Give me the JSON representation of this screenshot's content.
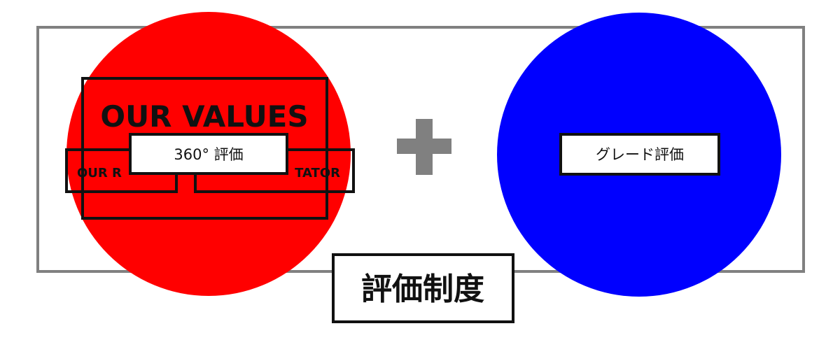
{
  "diagram": {
    "left": {
      "heading": "OUR VALUES",
      "sub_left": "OUR R",
      "sub_right": "TATOR",
      "label": "360° 評価"
    },
    "operator": "+",
    "right": {
      "label": "グレード評価"
    },
    "title": "評価制度"
  },
  "colors": {
    "red_circle": "#ff0000",
    "blue_circle": "#0000ff",
    "frame": "#808080",
    "plus": "#808080",
    "ink": "#111111",
    "box_fill": "#ffffff"
  }
}
